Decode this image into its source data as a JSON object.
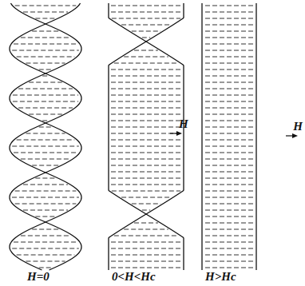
{
  "diagram": {
    "labels": [
      "H",
      "H",
      "H=0",
      "0<H<Hc",
      "H>Hc"
    ]
  }
}
